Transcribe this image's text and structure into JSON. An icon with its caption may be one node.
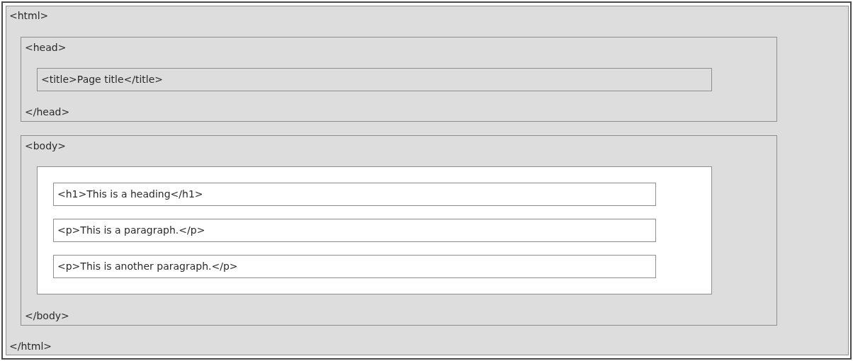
{
  "diagram": {
    "nodes": [
      {
        "text": [
          "<html>",
          "</html>"
        ]
      },
      {
        "text": [
          "<head>",
          "</head>"
        ],
        "in": 0
      },
      {
        "text": [
          "<title>Page title</title>"
        ],
        "in": 1
      },
      {
        "text": [
          "<body>",
          "</body>"
        ],
        "in": 0
      },
      {
        "text": [],
        "shape": "box",
        "in": 3
      },
      {
        "text": [
          "<h1>This is a heading</h1>"
        ],
        "in": 4
      },
      {
        "text": [
          "<p>This is a paragraph.</p>"
        ],
        "in": 4
      },
      {
        "text": [
          "<p>This is another paragraph.</p>"
        ],
        "in": 4
      }
    ],
    "edges": []
  }
}
